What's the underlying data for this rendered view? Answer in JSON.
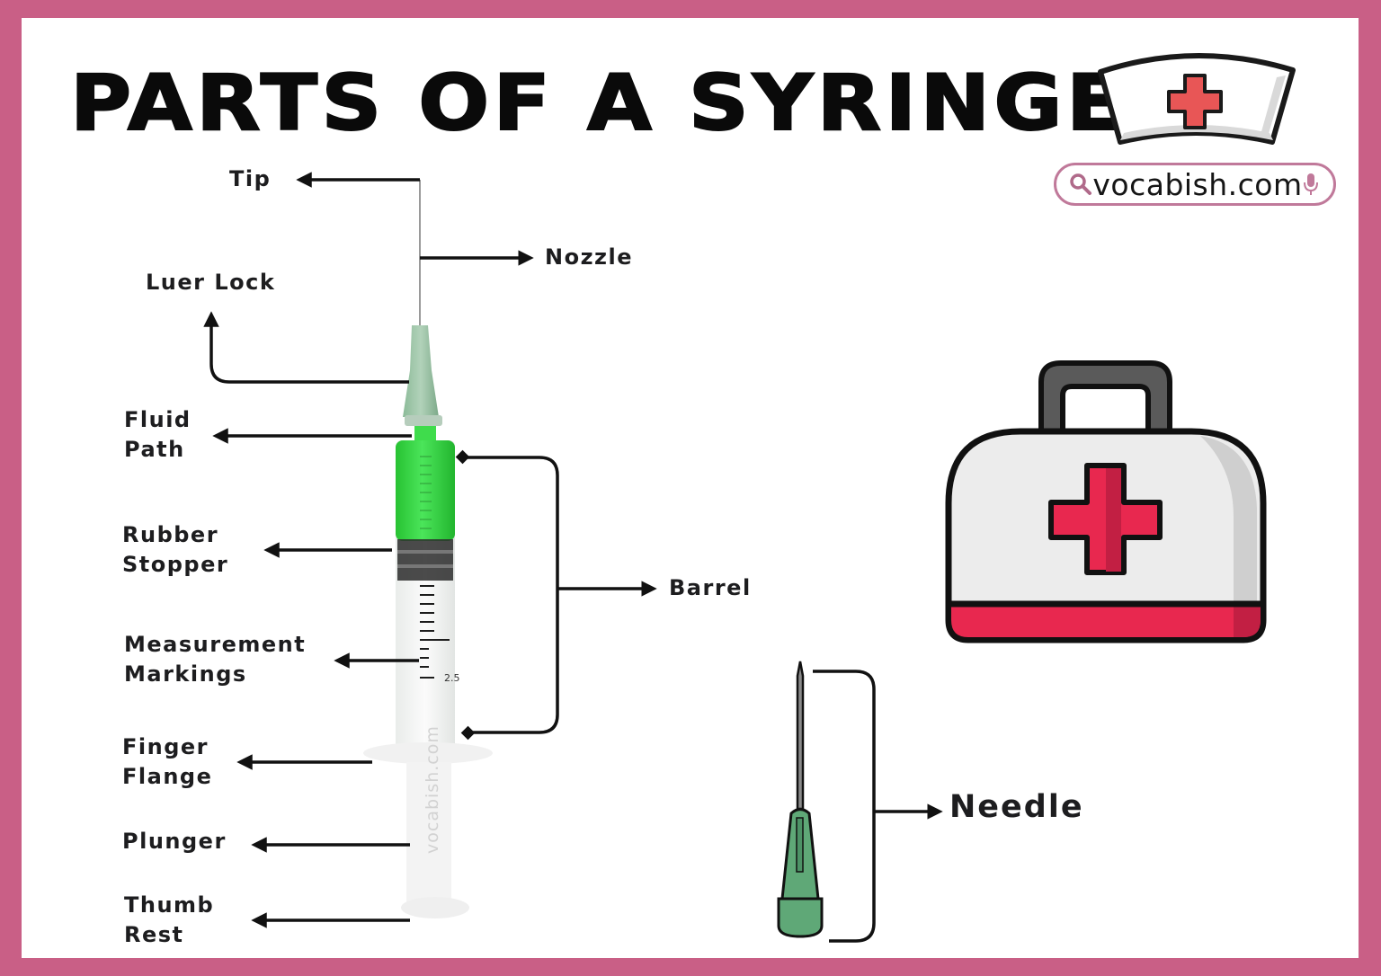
{
  "title": "PARTS OF A SYRINGE",
  "brand": {
    "text": "vocabish.com",
    "search_icon": "search-icon",
    "mic_icon": "microphone-icon",
    "border_color": "#c0799a"
  },
  "watermark": "vocabish.com",
  "colors": {
    "frame": "#c95f86",
    "background": "#ffffff",
    "text": "#1d1d1f",
    "fluid_green": "#2fd13a",
    "hub_green": "#5fa877",
    "kit_red": "#e8284f",
    "kit_body": "#ececec",
    "handle_gray": "#555555"
  },
  "syringe_labels": [
    {
      "id": "tip",
      "lines": [
        "Tip"
      ],
      "direction": "left"
    },
    {
      "id": "nozzle",
      "lines": [
        "Nozzle"
      ],
      "direction": "right"
    },
    {
      "id": "luer-lock",
      "lines": [
        "Luer Lock"
      ],
      "direction": "up"
    },
    {
      "id": "fluid-path",
      "lines": [
        "Fluid",
        "Path"
      ],
      "direction": "left"
    },
    {
      "id": "rubber-stopper",
      "lines": [
        "Rubber",
        "Stopper"
      ],
      "direction": "left"
    },
    {
      "id": "measurement-markings",
      "lines": [
        "Measurement",
        "Markings"
      ],
      "direction": "left"
    },
    {
      "id": "finger-flange",
      "lines": [
        "Finger",
        "Flange"
      ],
      "direction": "left"
    },
    {
      "id": "plunger",
      "lines": [
        "Plunger"
      ],
      "direction": "left"
    },
    {
      "id": "thumb-rest",
      "lines": [
        "Thumb",
        "Rest"
      ],
      "direction": "left"
    },
    {
      "id": "barrel",
      "lines": [
        "Barrel"
      ],
      "direction": "right"
    }
  ],
  "needle_label": "Needle",
  "scale_marking": "2.5",
  "icons": [
    "nurse-cap-icon",
    "first-aid-kit-icon",
    "needle-icon",
    "syringe-icon"
  ]
}
